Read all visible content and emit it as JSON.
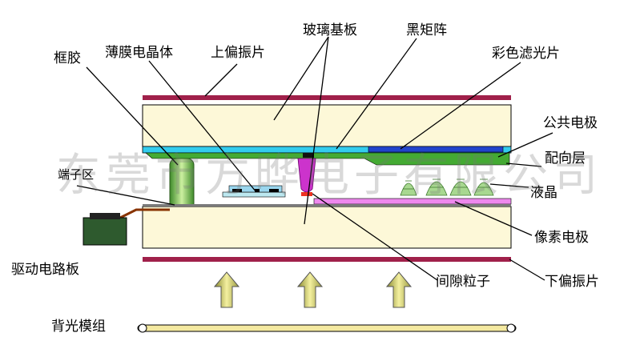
{
  "labels": {
    "sealant": "框胶",
    "tft": "薄膜电晶体",
    "top_polarizer": "上偏振片",
    "glass_substrate": "玻璃基板",
    "black_matrix": "黑矩阵",
    "color_filter": "彩色滤光片",
    "common_electrode": "公共电极",
    "alignment_layer": "配向层",
    "terminal_area": "端子区",
    "liquid_crystal": "液晶",
    "driver_board": "驱动电路板",
    "pixel_electrode": "像素电极",
    "spacer": "间隙粒子",
    "bottom_polarizer": "下偏振片",
    "backlight": "背光模组"
  },
  "watermark": "东莞市方晔电子有限公司",
  "colors": {
    "glass": "#FDF8D8",
    "polarizer": "#A0204A",
    "cyan_layer": "#33CCEE",
    "color_filter": "#2244CC",
    "alignment_green": "#44AA33",
    "pixel_electrode": "#EE88EE",
    "spacer": "#CC33CC",
    "arrow": "#E8E070",
    "driver_board": "#2E5A2E"
  }
}
